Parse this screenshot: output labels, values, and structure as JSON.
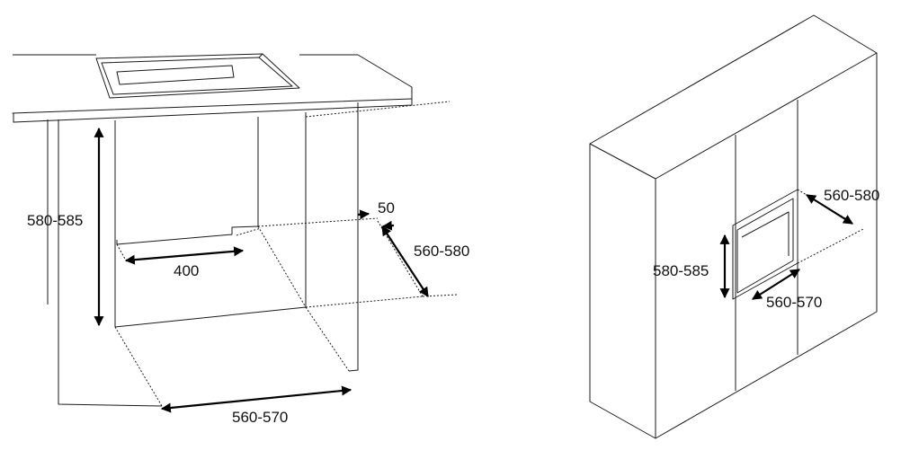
{
  "left_diagram": {
    "dim_height": "580-585",
    "dim_inner_depth": "400",
    "dim_gap": "50",
    "dim_depth": "560-580",
    "dim_width": "560-570"
  },
  "right_diagram": {
    "dim_depth": "560-580",
    "dim_height": "580-585",
    "dim_width": "560-570"
  }
}
